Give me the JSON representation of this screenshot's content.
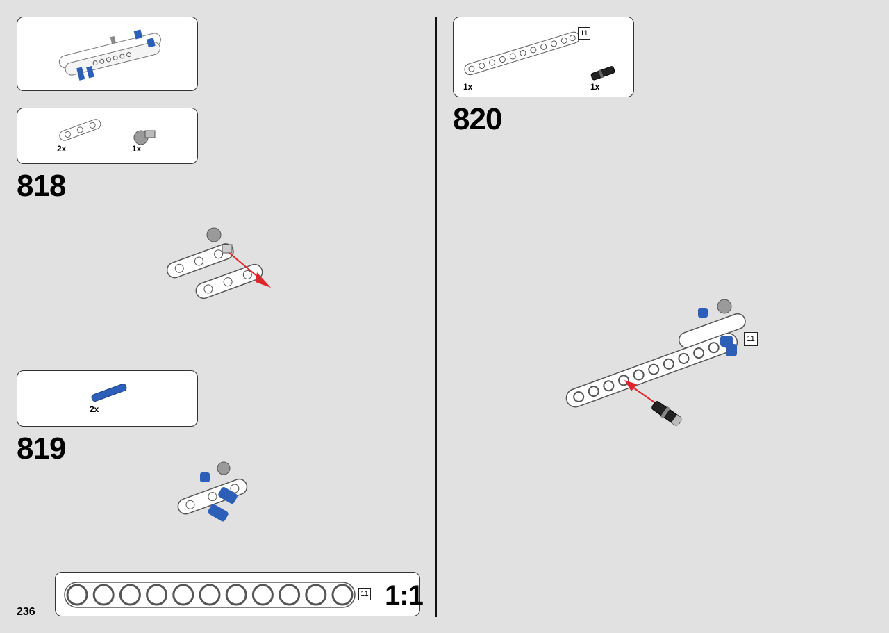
{
  "page": {
    "number": "236"
  },
  "colors": {
    "background": "#e1e1e1",
    "beam_white": "#ffffff",
    "pin_blue": "#2d5fb8",
    "arrow_red": "#e0242b",
    "gray_part": "#9a9a9a",
    "black_part": "#222222"
  },
  "submodel": {
    "icon": "submodel-preview-icon"
  },
  "steps": [
    {
      "number": "818",
      "parts": [
        {
          "qty": "2x",
          "icon": "liftarm-3-icon"
        },
        {
          "qty": "1x",
          "icon": "connector-gray-icon"
        }
      ]
    },
    {
      "number": "819",
      "parts": [
        {
          "qty": "2x",
          "icon": "pin-blue-long-icon"
        }
      ]
    },
    {
      "number": "820",
      "parts": [
        {
          "qty": "1x",
          "icon": "liftarm-11-icon",
          "length_label": "11"
        },
        {
          "qty": "1x",
          "icon": "pin-black-icon"
        }
      ],
      "callout_length": "11"
    }
  ],
  "scale_ruler": {
    "length_label": "11",
    "scale_label": "1:1",
    "holes": 11
  }
}
